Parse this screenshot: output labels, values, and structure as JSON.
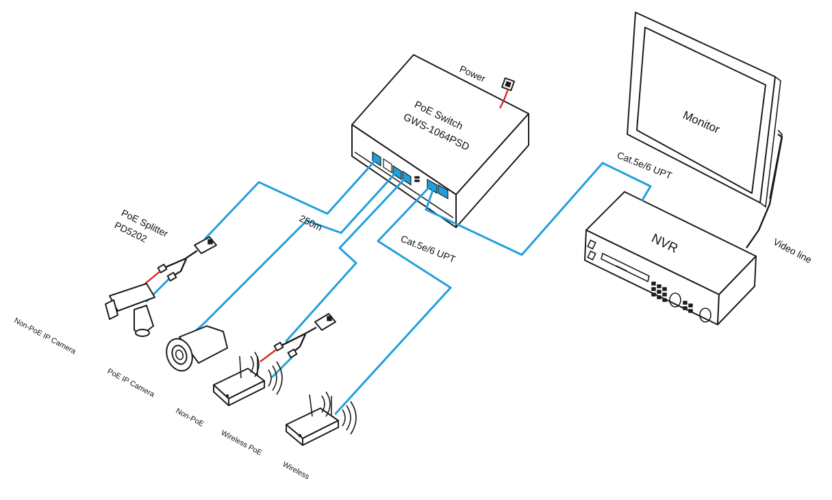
{
  "colors": {
    "cable": "#1ea0dc",
    "power_wire": "#e02020",
    "port": "#1ea0dc",
    "outline": "#1a1a1a"
  },
  "switch": {
    "line1": "PoE Switch",
    "line2": "GWS-1064PSD",
    "power_label": "Power"
  },
  "splitter": {
    "line1": "PoE Splitter",
    "line2": "PD5202"
  },
  "monitor_label": "Monitor",
  "nvr_label": "NVR",
  "video_line_label": "Video line",
  "cable_labels": {
    "distance": "250m",
    "cat_left": "Cat.5e/6 UPT",
    "cat_right": "Cat.5e/6 UPT"
  },
  "device_captions": [
    "Non-PoE IP Camera",
    "PoE IP Camera",
    "Non-PoE",
    "Wireless PoE",
    "Wireless"
  ]
}
